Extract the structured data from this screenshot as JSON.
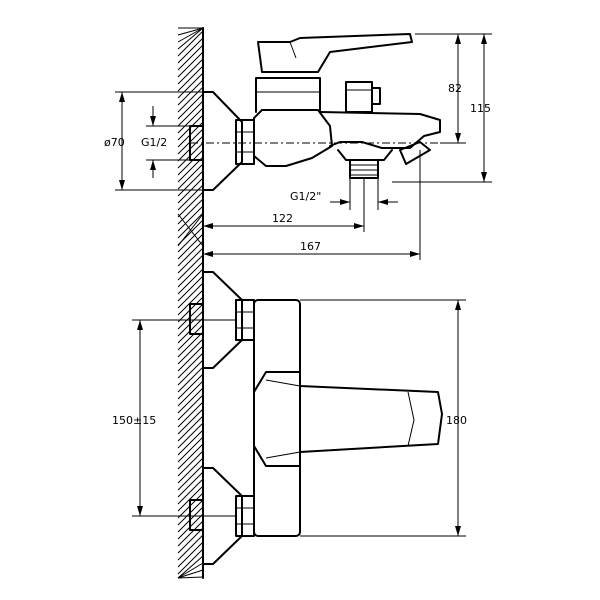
{
  "dimensions": {
    "side_view": {
      "height_82": "82",
      "height_115": "115",
      "diameter_70": "ø70",
      "thread_g12": "G1/2",
      "outlet_thread": "G1/2\"",
      "depth_122": "122",
      "depth_167": "167"
    },
    "front_view": {
      "center_distance": "150±15",
      "height_180": "180"
    }
  }
}
